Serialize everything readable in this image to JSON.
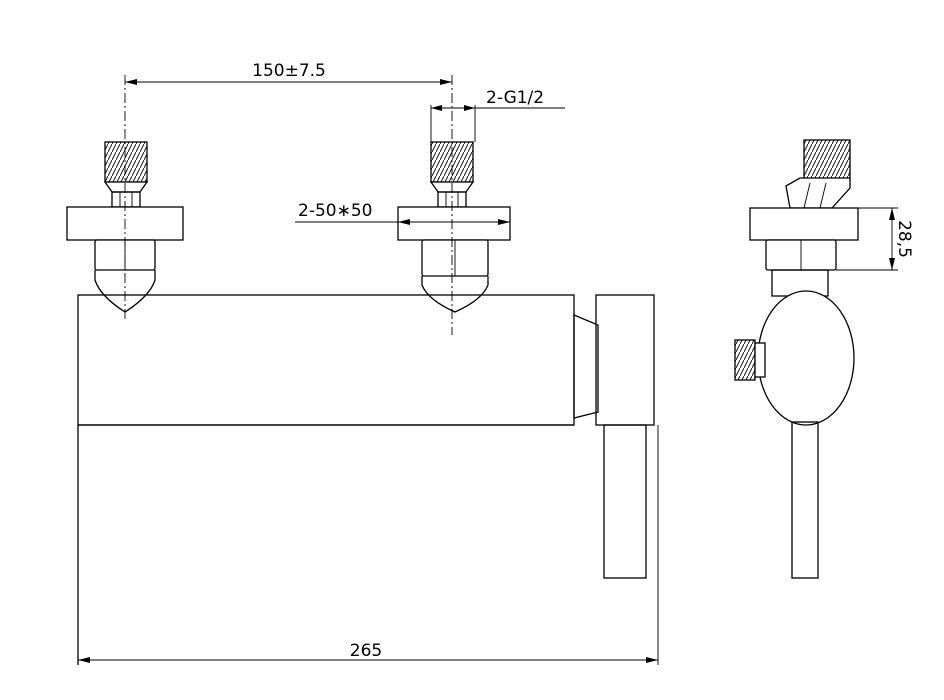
{
  "dimensions": {
    "spacing": "150±7.5",
    "thread": "2-G1/2",
    "flange": "2-50∗50",
    "overall_width": "265",
    "side_height": "28,5"
  }
}
